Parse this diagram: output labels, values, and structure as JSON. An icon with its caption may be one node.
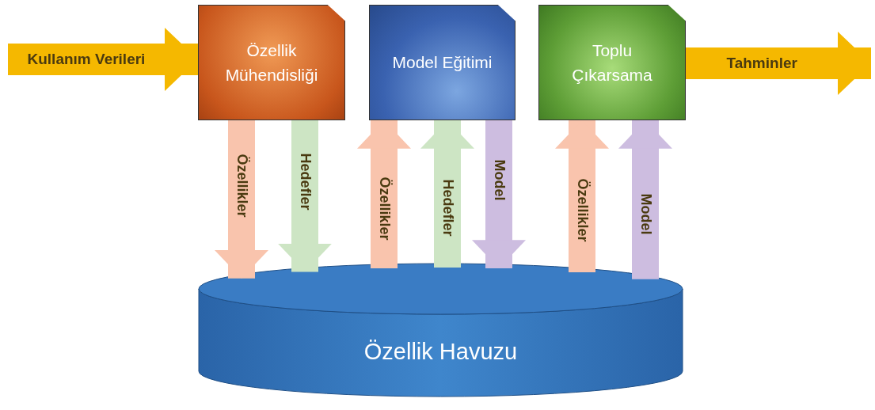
{
  "diagram": {
    "nodes": [
      {
        "text": [
          "Özellik Mühendisliği"
        ]
      },
      {
        "text": [
          "Model Eğitimi"
        ]
      },
      {
        "text": [
          "Toplu Çıkarsama"
        ]
      },
      {
        "text": [
          "Özellik Havuzu"
        ]
      }
    ],
    "edges": [
      {
        "from": null,
        "to": 0,
        "arrow": "to",
        "label": "Kullanım Verileri",
        "color": "#f5b800"
      },
      {
        "from": 2,
        "to": null,
        "arrow": "to",
        "label": "Tahminler",
        "color": "#f5b800"
      },
      {
        "from": 0,
        "to": 3,
        "arrow": "to",
        "label": "Özellikler",
        "color": "#f9c4ad"
      },
      {
        "from": 0,
        "to": 3,
        "arrow": "to",
        "label": "Hedefler",
        "color": "#cde5c4"
      },
      {
        "from": 3,
        "to": 1,
        "arrow": "to",
        "label": "Özellikler",
        "color": "#f9c4ad"
      },
      {
        "from": 3,
        "to": 1,
        "arrow": "to",
        "label": "Hedefler",
        "color": "#cde5c4"
      },
      {
        "from": 1,
        "to": 3,
        "arrow": "to",
        "label": "Model",
        "color": "#cdbde0"
      },
      {
        "from": 3,
        "to": 2,
        "arrow": "to",
        "label": "Özellikler",
        "color": "#f9c4ad"
      },
      {
        "from": 3,
        "to": 2,
        "arrow": "to",
        "label": "Model",
        "color": "#cdbde0"
      }
    ]
  }
}
